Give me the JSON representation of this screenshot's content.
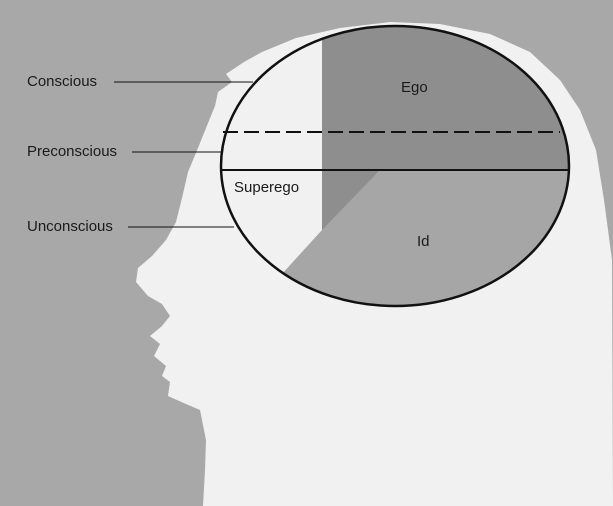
{
  "labels": {
    "conscious": "Conscious",
    "preconscious": "Preconscious",
    "unconscious": "Unconscious"
  },
  "regions": {
    "ego": "Ego",
    "superego": "Superego",
    "id": "Id"
  },
  "colors": {
    "background": "#a8a8a8",
    "head": "#f1f1f1",
    "ego_region": "#8e8e8e",
    "id_region": "#a6a6a6",
    "superego_region": "#f1f1f1",
    "outline": "#111111"
  }
}
